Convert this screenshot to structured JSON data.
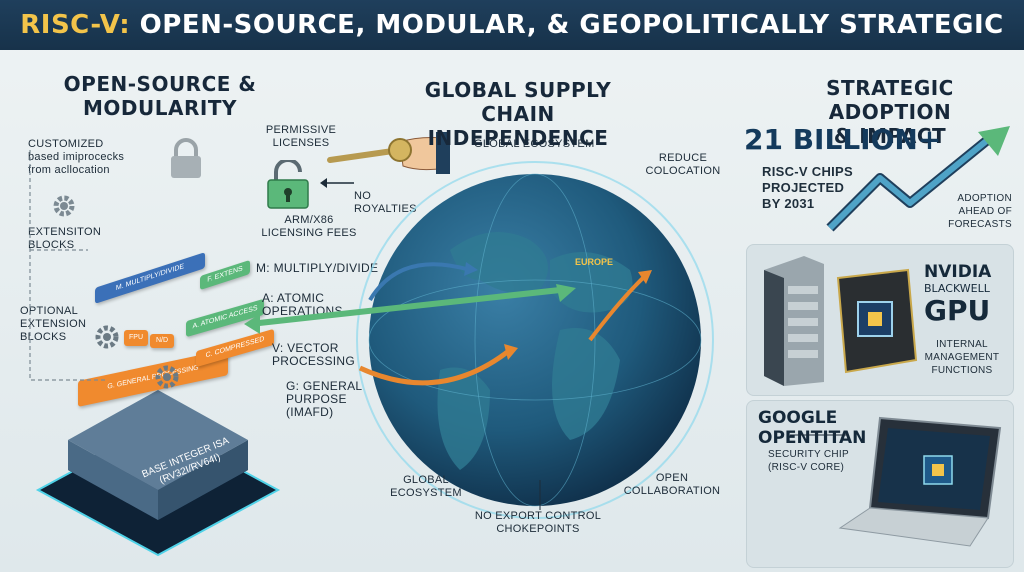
{
  "banner": {
    "title_highlight": "RISC-V:",
    "title_rest": "OPEN-SOURCE, MODULAR, & GEOPOLITICALLY STRATEGIC"
  },
  "left": {
    "heading_line1": "OPEN-SOURCE &",
    "heading_line2": "MODULARITY",
    "customized_line1": "CUSTOMIZED",
    "customized_line2": "based imiprocecks",
    "customized_line3": "from acllocation",
    "extension_line1": "EXTENSITON",
    "extension_line2": "BLOCKS",
    "optional_line1": "OPTIONAL",
    "optional_line2": "EXTENSION",
    "optional_line3": "BLOCKS",
    "permissive_line1": "PERMISSIVE",
    "permissive_line2": "LICENSES",
    "no_royalties_line1": "NO",
    "no_royalties_line2": "ROYALTIES",
    "arm_line1": "ARM/x86",
    "arm_line2": "LICENSING FEES",
    "m_label": "M: MULTIPLY/DIVIDE",
    "a_label_line1": "A: ATOMIC",
    "a_label_line2": "OPERATIONS",
    "v_label_line1": "V: VECTOR",
    "v_label_line2": "PROCESSING",
    "g_label_line1": "G: GENERAL",
    "g_label_line2": "PURPOSE",
    "g_label_line3": "(IMAFD)",
    "base_line1": "BASE INTEGER ISA",
    "base_line2": "(RV32I/RV64I)",
    "block_m": "M. MULTIPLY/DIVIDE",
    "block_f": "F. EXTENS",
    "block_a": "A. ATOMIC ACCESS",
    "block_c": "C. COMPRESSED",
    "block_g": "G. GENERAL PROCESSING",
    "block_small1": "FPU",
    "block_small2": "N/D"
  },
  "center": {
    "heading_line1": "GLOBAL SUPPLY CHAIN",
    "heading_line2": "INDEPENDENCE",
    "global_ecosystem_top": "GLOBAL ECOSYSTEM",
    "reduce_line1": "REDUCE",
    "reduce_line2": "COLOCATION",
    "europe": "EUROPE",
    "global_bottom_line1": "GLOBAL",
    "global_bottom_line2": "ECOSYSTEM",
    "open_line1": "OPEN",
    "open_line2": "COLLABORATION",
    "no_export_line1": "NO EXPORT CONTROL",
    "no_export_line2": "CHOKEPOINTS"
  },
  "right": {
    "heading_line1": "STRATEGIC ADOPTION",
    "heading_line2": "& IMPACT",
    "stat": "21 BILLION+",
    "stat_line1": "RISC-V CHIPS",
    "stat_line2": "PROJECTED",
    "stat_line3": "BY 2031",
    "adoption_line1": "ADOPTION",
    "adoption_line2": "AHEAD OF",
    "adoption_line3": "FORECASTS",
    "nvidia_line1": "NVIDIA",
    "nvidia_line2": "BLACKWELL",
    "nvidia_line3": "GPU",
    "internal_line1": "INTERNAL",
    "internal_line2": "MANAGEMENT",
    "internal_line3": "FUNCTIONS",
    "google_line1": "GOOGLE",
    "google_line2": "OPENTITAN",
    "security_line1": "SECURITY CHIP",
    "security_line2": "(RISC-V CORE)"
  },
  "colors": {
    "banner": "#1f3f5c",
    "accent_gold": "#f3c44a",
    "arrow_green": "#5bb87a",
    "arrow_blue": "#3a78b0",
    "arrow_orange": "#e8872e",
    "globe": "#1f5a7c"
  }
}
